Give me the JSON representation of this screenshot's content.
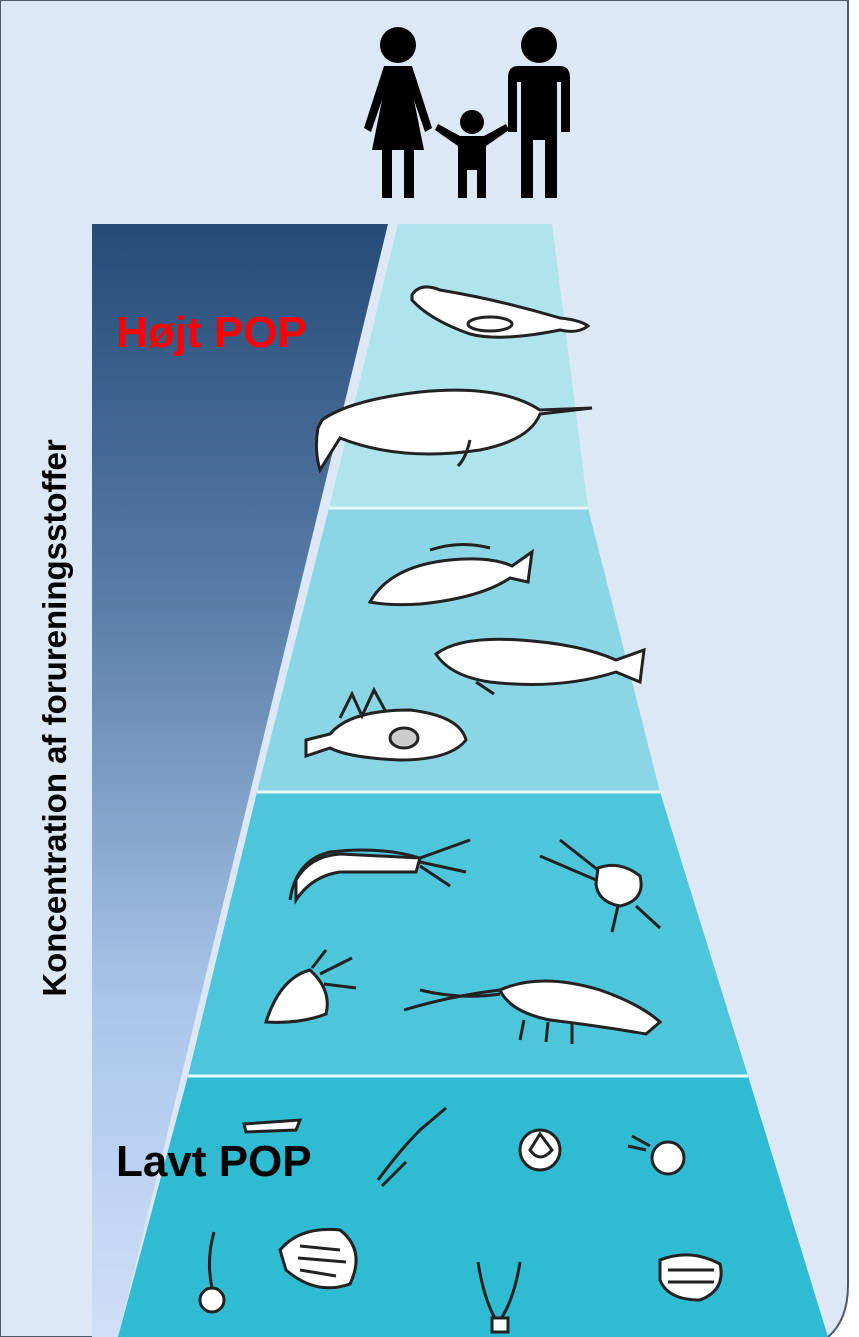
{
  "labels": {
    "high": "Højt POP",
    "low": "Lavt POP",
    "axis": "Koncentration af forureningsstoffer"
  },
  "colors": {
    "panel_background": "#dde8f6",
    "gradient_top": "#2a4e7a",
    "gradient_bottom": "#c9dcf5",
    "level_top": "#aee3ec",
    "level_fish": "#8fd8e6",
    "level_crustaceans": "#4fc7db",
    "level_plankton": "#2fbdd3",
    "high_text": "#ff0000",
    "low_text": "#000000"
  },
  "icons": {
    "people": "family-icon",
    "level_1": [
      "seal-icon",
      "narwhal-icon"
    ],
    "level_2": [
      "fish-icon",
      "cod-icon",
      "sculpin-icon"
    ],
    "level_3": [
      "shrimp-icon",
      "copepod-icon",
      "amphipod-icon",
      "krill-icon"
    ],
    "level_4": [
      "plankton-icon"
    ]
  }
}
